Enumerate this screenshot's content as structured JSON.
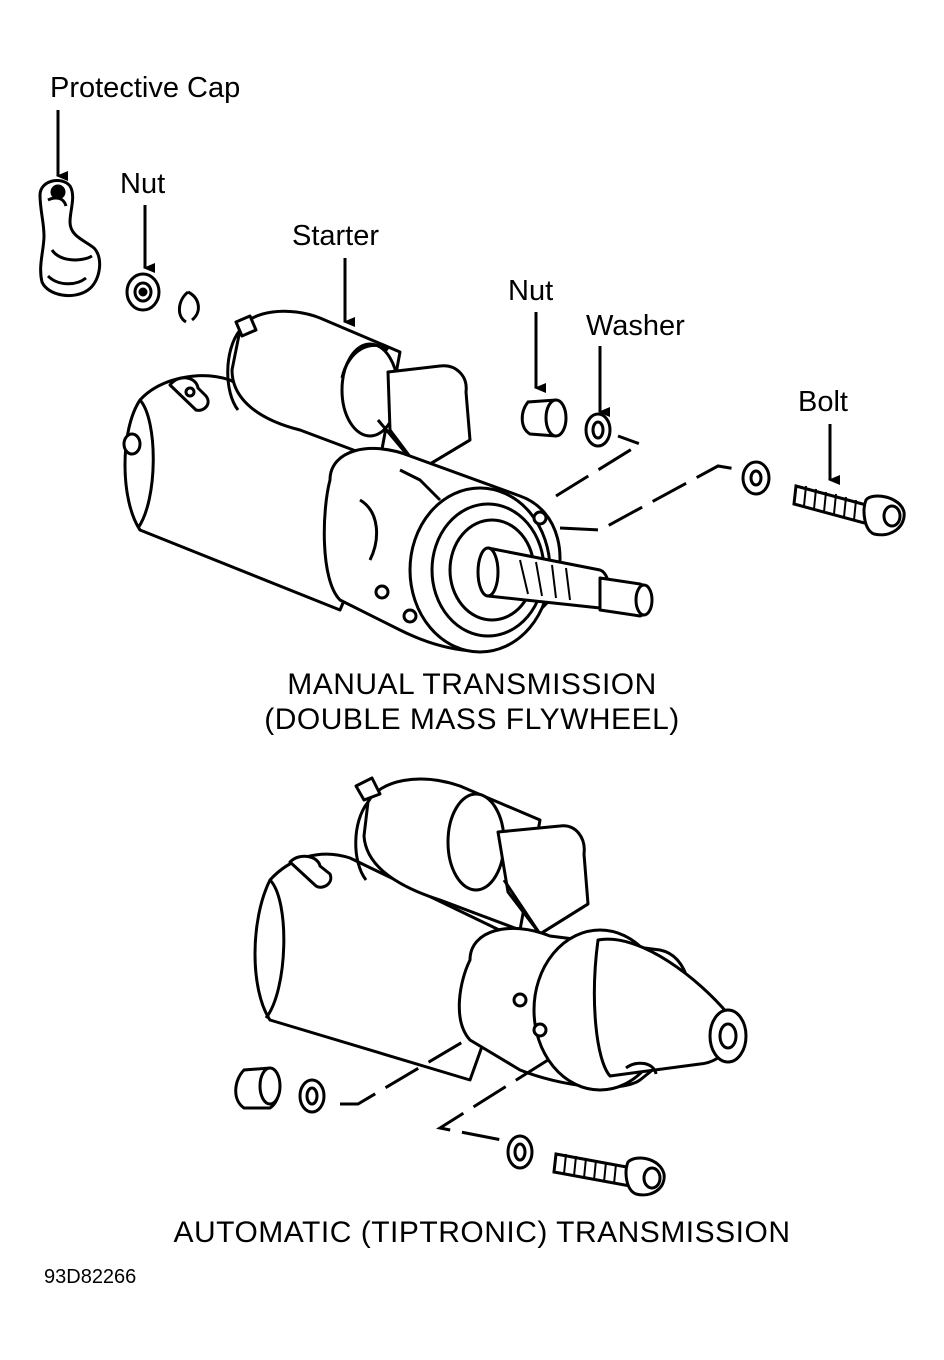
{
  "labels": {
    "protective_cap": "Protective Cap",
    "nut_left": "Nut",
    "starter": "Starter",
    "nut_right": "Nut",
    "washer": "Washer",
    "bolt": "Bolt"
  },
  "captions": {
    "manual_line1": "MANUAL TRANSMISSION",
    "manual_line2": "(DOUBLE MASS FLYWHEEL)",
    "automatic": "AUTOMATIC (TIPTRONIC) TRANSMISSION"
  },
  "figure_code": "93D82266"
}
